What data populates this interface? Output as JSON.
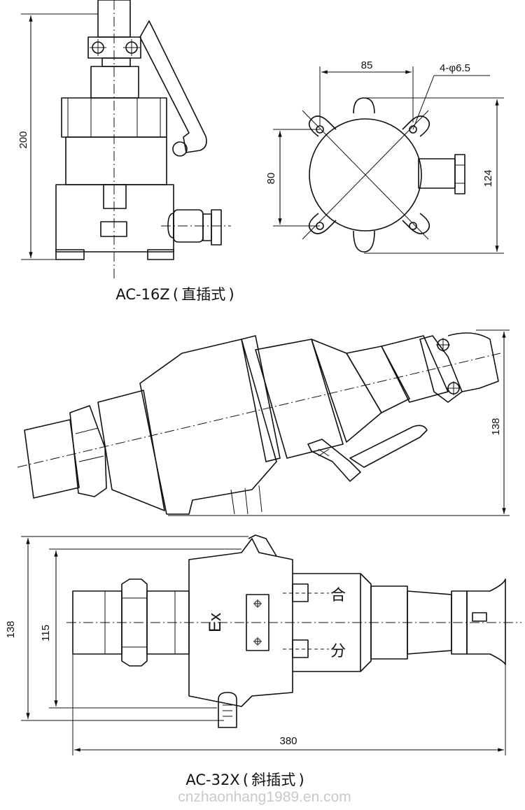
{
  "top_left_view": {
    "caption": "AC-16Z ( 直插式 )",
    "dim_height": "200"
  },
  "top_right_view": {
    "dim_width": "85",
    "dim_holes": "4-φ6.5",
    "dim_left": "80",
    "dim_right": "124"
  },
  "middle_view": {
    "dim_height": "138"
  },
  "bottom_view": {
    "caption": "AC-32X ( 斜插式 )",
    "dim_outer_height": "138",
    "dim_inner_height": "115",
    "dim_length": "380",
    "ex_mark": "Ex",
    "label_on": "合",
    "label_off": "分"
  },
  "watermark": "cnzhaonhang1989.en.com",
  "icons": [
    "screw-cross-icon",
    "bolt-hole-icon"
  ]
}
